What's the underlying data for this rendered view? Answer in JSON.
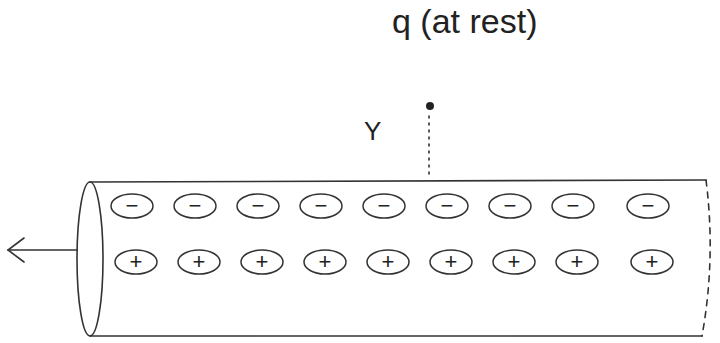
{
  "diagram": {
    "labels": [
      "q (at rest)",
      "Y",
      "−",
      "−",
      "−",
      "−",
      "−",
      "−",
      "−",
      "−",
      "−",
      "+",
      "+",
      "+",
      "+",
      "+",
      "+",
      "+",
      "+",
      "+"
    ]
  }
}
